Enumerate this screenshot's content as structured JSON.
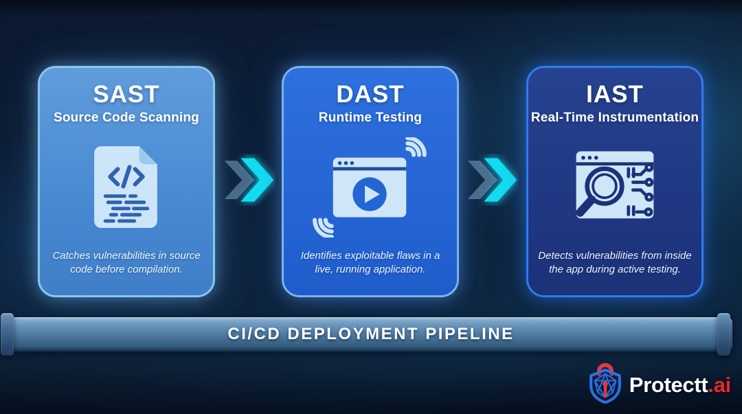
{
  "cards": [
    {
      "title": "SAST",
      "subtitle": "Source Code Scanning",
      "description": "Catches vulnerabilities in source code before compilation.",
      "icon": "code-document-icon",
      "body_color": "#4a8ed4",
      "border_color": "#89c6f0"
    },
    {
      "title": "DAST",
      "subtitle": "Runtime Testing",
      "description": "Identifies exploitable flaws in a live, running application.",
      "icon": "web-app-play-icon",
      "body_color": "#2669d8",
      "border_color": "#7cb2ee"
    },
    {
      "title": "IAST",
      "subtitle": "Real-Time Instrumentation",
      "description": "Detects vulnerabilities from inside the app during active testing.",
      "icon": "magnifier-circuit-icon",
      "body_color": "#213a86",
      "border_color": "#2e7cf0"
    }
  ],
  "arrows": {
    "icon": "double-chevron-right-icon",
    "color": "#14dff2"
  },
  "pipeline": {
    "label": "CI/CD DEPLOYMENT PIPELINE"
  },
  "logo": {
    "name": "Protectt",
    "suffix": ".ai",
    "icon": "shield-lock-icon",
    "accent_color": "#e8262d"
  }
}
